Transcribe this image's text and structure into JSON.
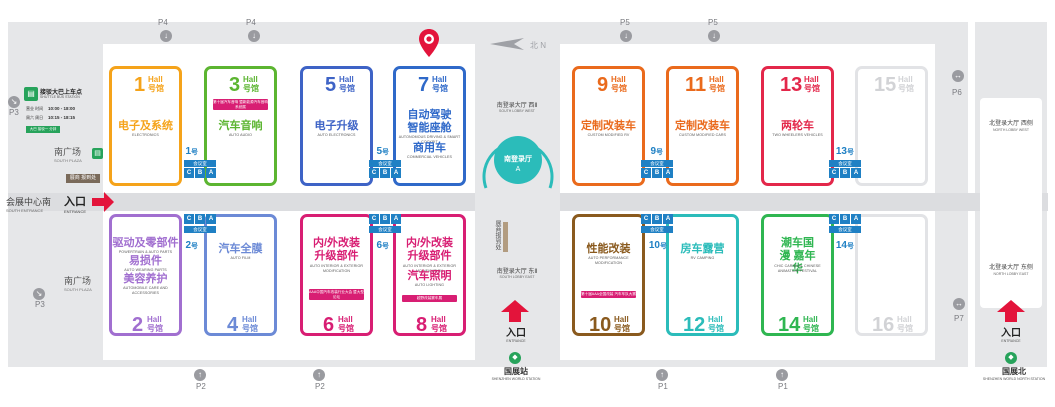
{
  "map": {
    "north_label": "北 N",
    "parking": [
      "P4",
      "P4",
      "P5",
      "P5",
      "P6",
      "P3",
      "P3",
      "P2",
      "P2",
      "P1",
      "P1",
      "P7"
    ],
    "south_plaza_top": {
      "zh": "南广场",
      "en": "SOUTH PLAZA"
    },
    "south_plaza_bottom": {
      "zh": "南广场",
      "en": "SOUTH PLAZA"
    },
    "south_entrance": {
      "zh": "会展中心南",
      "en": "SOUTH ENTRANCE"
    },
    "entrance_main": {
      "zh": "入口",
      "en": "ENTRANCE"
    },
    "registration": "展商 报到处",
    "registration_vertical": "展商报到处",
    "shuttle": {
      "title": "接驳大巴上车点",
      "en": "SHUTTLE BUS STATION",
      "line1_label": "营业 时间",
      "line1_time": "10:00 - 18:00",
      "line2_label": "周六 周日",
      "line2_time": "10:15 - 18:15",
      "badge": "大巴 接驳一 分钟"
    },
    "south_lobby_west": {
      "zh": "南登录大厅 西Ⅱ",
      "en": "SOUTH LOBBY WEST"
    },
    "south_lobby_east": {
      "zh": "南登录大厅 东Ⅱ",
      "en": "SOUTH LOBBY EAST"
    },
    "north_lobby_west": {
      "zh": "北登录大厅 西侧",
      "en": "NORTH LOBBY WEST"
    },
    "north_lobby_east": {
      "zh": "北登录大厅 东侧",
      "en": "NORTH LOBBY EAST"
    },
    "lobby_circle": {
      "zh": "南登录厅",
      "letter": "A"
    },
    "metro_south": {
      "zh": "国展站",
      "en": "SHENZHEN WORLD STATION"
    },
    "metro_north": {
      "zh": "国展北",
      "en": "SHENZHEN WORLD NORTH STATION"
    },
    "entrance_small": {
      "zh": "入口",
      "en": "ENTRANCE"
    },
    "meeting_label": "会议室",
    "meeting_cells": [
      "C",
      "B",
      "A"
    ]
  },
  "halls": [
    {
      "num": "1",
      "hall": "Hall",
      "guan": "号馆",
      "color": "#f5a31a",
      "title": "电子及系统",
      "sub": "ELECTRONICS",
      "tag": ""
    },
    {
      "num": "3",
      "hall": "Hall",
      "guan": "号馆",
      "color": "#5cb531",
      "title": "汽车音响",
      "sub": "AUTO AUDIO",
      "tag": "第十届汽车音响 暨新能源汽车音响系统展"
    },
    {
      "num": "5",
      "hall": "Hall",
      "guan": "号馆",
      "color": "#3e63c6",
      "title": "电子升级",
      "sub": "AUTO ELECTRONICS",
      "tag": ""
    },
    {
      "num": "7",
      "hall": "Hall",
      "guan": "号馆",
      "color": "#2f69c9",
      "title": "自动驾驶 智能座舱",
      "sub": "AUTONOMOUS DRIVING & SMART COCKPIT",
      "title2": "商用车",
      "sub2": "COMMERCIAL VEHICLES",
      "tag": ""
    },
    {
      "num": "9",
      "hall": "Hall",
      "guan": "号馆",
      "color": "#ea6a1c",
      "title": "定制改装车",
      "sub": "CUSTOM MODIFIED RV",
      "tag": ""
    },
    {
      "num": "11",
      "hall": "Hall",
      "guan": "号馆",
      "color": "#ea6a1c",
      "title": "定制改装车",
      "sub": "CUSTOM MODIFIED CARS",
      "tag": ""
    },
    {
      "num": "13",
      "hall": "Hall",
      "guan": "号馆",
      "color": "#e3274a",
      "title": "两轮车",
      "sub": "TWO WHEELERS VEHICLES",
      "tag": ""
    },
    {
      "num": "15",
      "hall": "Hall",
      "guan": "号馆",
      "color": "#d2d3d6",
      "title": "",
      "sub": "",
      "tag": ""
    },
    {
      "num": "2",
      "hall": "Hall",
      "guan": "号馆",
      "color": "#a16fd0",
      "title": "驱动及零部件",
      "sub": "POWERTRAIN & AUTO PARTS",
      "title2": "易损件",
      "sub2": "AUTO WEARING PARTS",
      "title3": "美容养护",
      "sub3": "AUTOMOBILE CARE AND ACCESSORIES",
      "tag": ""
    },
    {
      "num": "4",
      "hall": "Hall",
      "guan": "号馆",
      "color": "#6c8ad6",
      "title": "汽车全膜",
      "sub": "AUTO FILM",
      "tag": ""
    },
    {
      "num": "6",
      "hall": "Hall",
      "guan": "号馆",
      "color": "#d81e73",
      "title": "内/外改装 升级部件",
      "sub": "AUTO INTERIOR & EXTERIOR MODIFICATION",
      "tag": "AAA中国汽车改装行业大会 暨大型论坛"
    },
    {
      "num": "8",
      "hall": "Hall",
      "guan": "号馆",
      "color": "#d81e73",
      "title": "内/外改装 升级部件",
      "sub": "AUTO INTERIOR & EXTERIOR MODIFICATION",
      "title2": "汽车照明",
      "sub2": "AUTO LIGHTING",
      "tag": "越野改装赛车展"
    },
    {
      "num": "10",
      "hall": "Hall",
      "guan": "号馆",
      "color": "#8a5a1e",
      "title": "性能改装",
      "sub": "AUTO PERFORMANCE MODIFICATION",
      "tag": "第十届AAA全国改装 汽车车队大赛"
    },
    {
      "num": "12",
      "hall": "Hall",
      "guan": "号馆",
      "color": "#2bbcba",
      "title": "房车露营",
      "sub": "RV CAMPING",
      "tag": ""
    },
    {
      "num": "14",
      "hall": "Hall",
      "guan": "号馆",
      "color": "#2fb651",
      "title": "潮车国漫 嘉年华",
      "sub": "CHIC CARNIVAL CHINESE ANIMATION FESTIVAL",
      "tag": ""
    },
    {
      "num": "16",
      "hall": "Hall",
      "guan": "号馆",
      "color": "#d2d3d6",
      "title": "",
      "sub": "",
      "tag": ""
    }
  ],
  "doors": [
    {
      "num": "1",
      "guan": "号"
    },
    {
      "num": "5",
      "guan": "号"
    },
    {
      "num": "9",
      "guan": "号"
    },
    {
      "num": "13",
      "guan": "号"
    },
    {
      "num": "2",
      "guan": "号"
    },
    {
      "num": "6",
      "guan": "号"
    },
    {
      "num": "10",
      "guan": "号"
    },
    {
      "num": "14",
      "guan": "号"
    }
  ]
}
